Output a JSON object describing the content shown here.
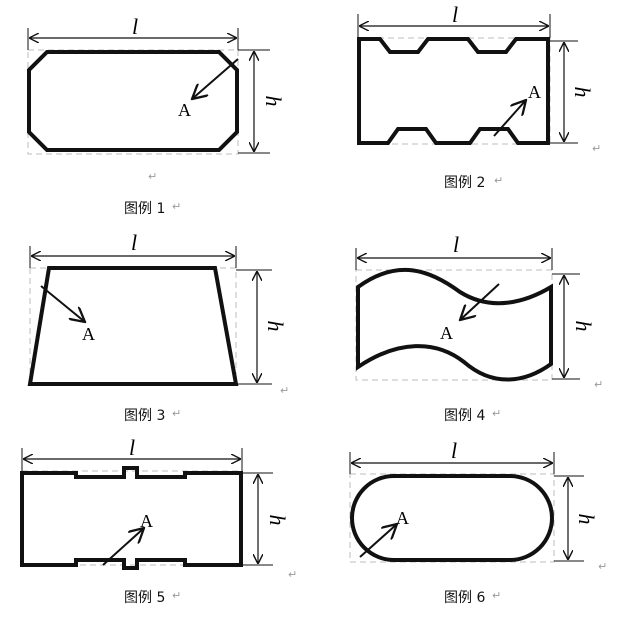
{
  "labels": {
    "length": "l",
    "height": "h",
    "point": "A"
  },
  "captions": [
    "图例 1",
    "图例 2",
    "图例 3",
    "图例 4",
    "图例 5",
    "图例 6"
  ],
  "paragraph_mark": "↵",
  "colors": {
    "shape_stroke": "#111111",
    "guide_dashed": "#bdbdbd",
    "dimension_line": "#111111"
  }
}
